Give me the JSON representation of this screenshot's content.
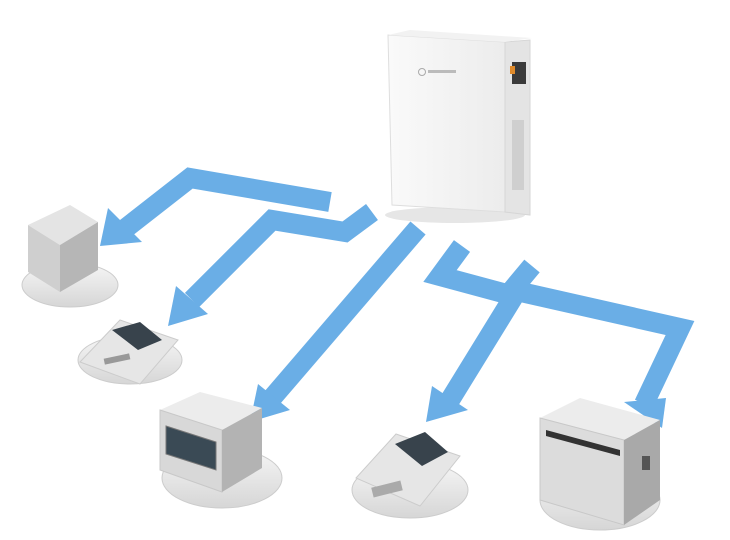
{
  "colors": {
    "arrow": "#6aaee6",
    "arrow_edge": "#4f93cf",
    "device_body": "#d9d9d9",
    "device_shadow": "#a9a9a9",
    "base": "#eeeeee",
    "screen": "#3a4a55",
    "battery_body": "#f7f7f7"
  },
  "diagram": {
    "source": "battery-unit",
    "targets": [
      "device-1",
      "device-2",
      "device-3",
      "device-4",
      "device-5"
    ]
  }
}
